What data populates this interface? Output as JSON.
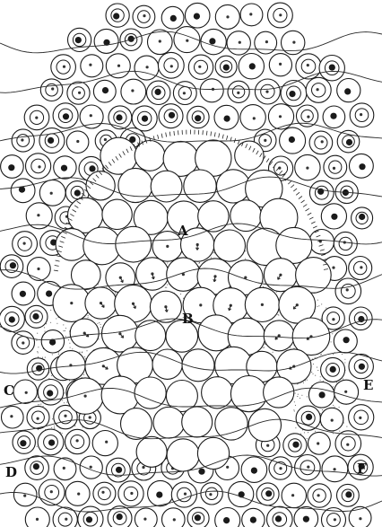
{
  "labels": {
    "A": "A",
    "B": "B",
    "C": "C",
    "D": "D",
    "E": "E",
    "F": "F"
  },
  "colors": {
    "ink": "#1a1a1a",
    "paper": "#ffffff"
  }
}
